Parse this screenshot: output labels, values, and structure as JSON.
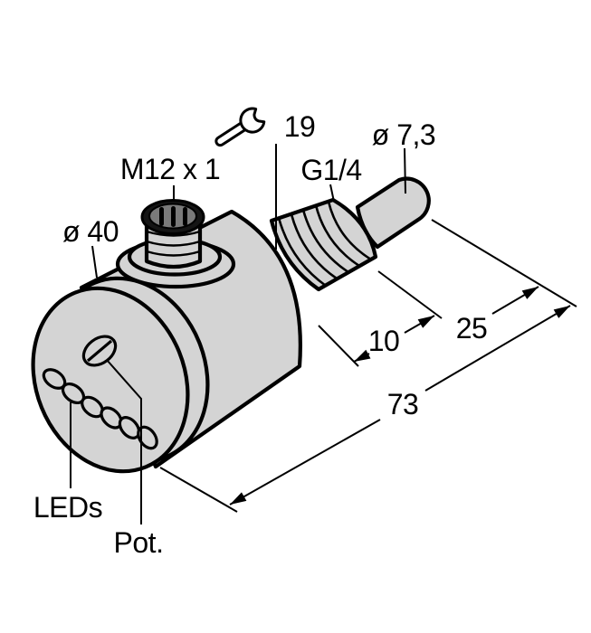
{
  "figure": {
    "background": "#ffffff",
    "line_color": "#000000",
    "body_fill": "#d4d4d4",
    "socket_inner_fill": "#7a7a7a",
    "labels": {
      "connector_thread": "M12 x 1",
      "body_diameter": "ø 40",
      "wrench_size": "19",
      "process_thread": "G1/4",
      "probe_diameter": "ø 7,3",
      "leds": "LEDs",
      "potentiometer": "Pot."
    },
    "dimensions_mm": {
      "thread_length": "10",
      "probe_length": "25",
      "overall_length": "73"
    },
    "icons": [
      "wrench-icon"
    ]
  }
}
